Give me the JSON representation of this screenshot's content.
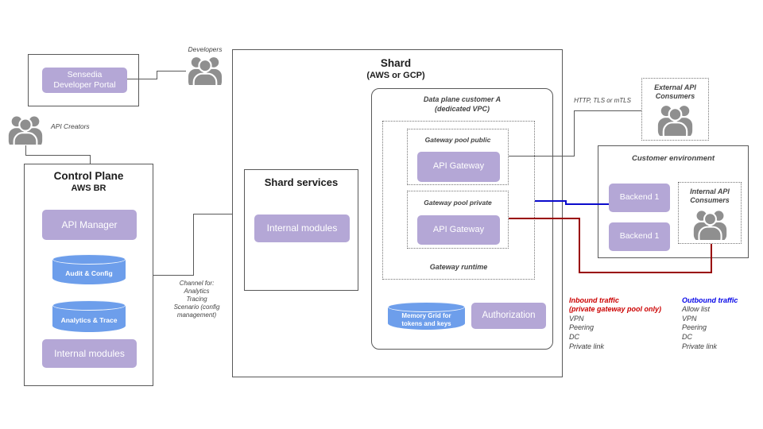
{
  "actors": {
    "developers": {
      "label": "Developers"
    },
    "api_creators": {
      "label": "API Creators"
    },
    "external_consumers": {
      "label": "External API\nConsumers"
    },
    "internal_consumers": {
      "label": "Internal API\nConsumers"
    }
  },
  "sensedia_portal": {
    "text": "Sensedia\nDeveloper Portal"
  },
  "control_plane": {
    "title": "Control Plane",
    "subtitle": "AWS BR",
    "api_manager": "API Manager",
    "audit_config": "Audit & Config",
    "analytics_trace": "Analytics & Trace",
    "internal_modules": "Internal modules"
  },
  "channel_note": "Channel  for:\nAnalytics\nTracing\nScenario (config\nmanagement)",
  "shard": {
    "title": "Shard",
    "subtitle": "(AWS or GCP)",
    "services": {
      "title": "Shard services",
      "internal_modules": "Internal modules"
    },
    "data_plane": {
      "title": "Data plane customer A",
      "subtitle": "(dedicated VPC)",
      "pool_public": {
        "label": "Gateway pool public",
        "gateway": "API Gateway"
      },
      "pool_private": {
        "label": "Gateway pool private",
        "gateway": "API Gateway"
      },
      "runtime_label": "Gateway runtime",
      "memory_grid": "Memory Grid for\ntokens and keys",
      "authorization": "Authorization"
    }
  },
  "customer_environment": {
    "title": "Customer environment",
    "backend_top": "Backend 1",
    "backend_bottom": "Backend 1"
  },
  "edge_labels": {
    "http": "HTTP, TLS or mTLS"
  },
  "inbound": {
    "heading": "Inbound traffic\n(private gateway pool only)",
    "items": "VPN\nPeering\nDC\nPrivate link"
  },
  "outbound": {
    "heading": "Outbound traffic",
    "items": "Allow list\nVPN\nPeering\nDC\nPrivate link"
  },
  "colors": {
    "purple": "#b4a7d6",
    "cylinder_blue": "#6d9eeb",
    "icon_gray": "#8f8f8f",
    "border_gray": "#595959",
    "inbound_red": "#cc0000",
    "inbound_line": "#990000",
    "outbound_blue": "#0505e8",
    "outbound_line": "#0a0acc"
  }
}
